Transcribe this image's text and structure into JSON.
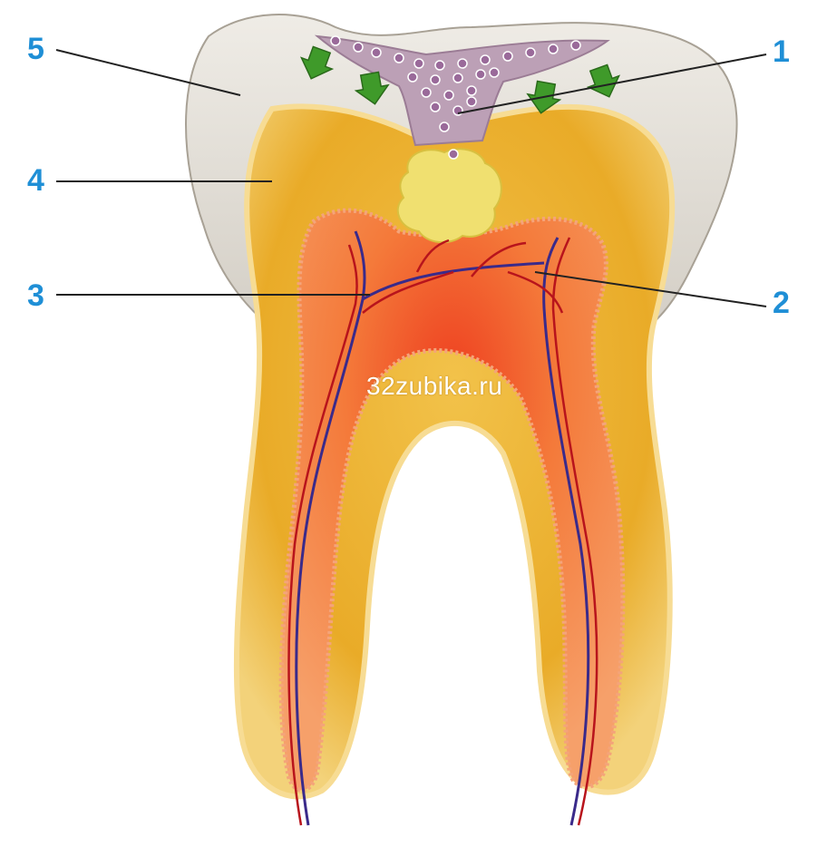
{
  "diagram": {
    "callouts": [
      {
        "id": "1",
        "text": "1"
      },
      {
        "id": "2",
        "text": "2"
      },
      {
        "id": "3",
        "text": "3"
      },
      {
        "id": "4",
        "text": "4"
      },
      {
        "id": "5",
        "text": "5"
      }
    ],
    "watermark": "32zubika.ru",
    "colors": {
      "callout_text": "#1f8fd6",
      "enamel": "#d8d4cc",
      "dentin": "#e8a820",
      "pulp": "#f07030",
      "pulp_core": "#e63a20",
      "nerve": "#3a2a8a",
      "vessel": "#c2141c",
      "caries": "#b99bb0",
      "bacteria": "#9a6a9a",
      "arrows": "#3f9a2a",
      "secondary_dentin": "#f0e060"
    },
    "icons": {
      "arrows": "green-arrow-icon",
      "bacteria": "bacteria-dot-icon"
    }
  }
}
